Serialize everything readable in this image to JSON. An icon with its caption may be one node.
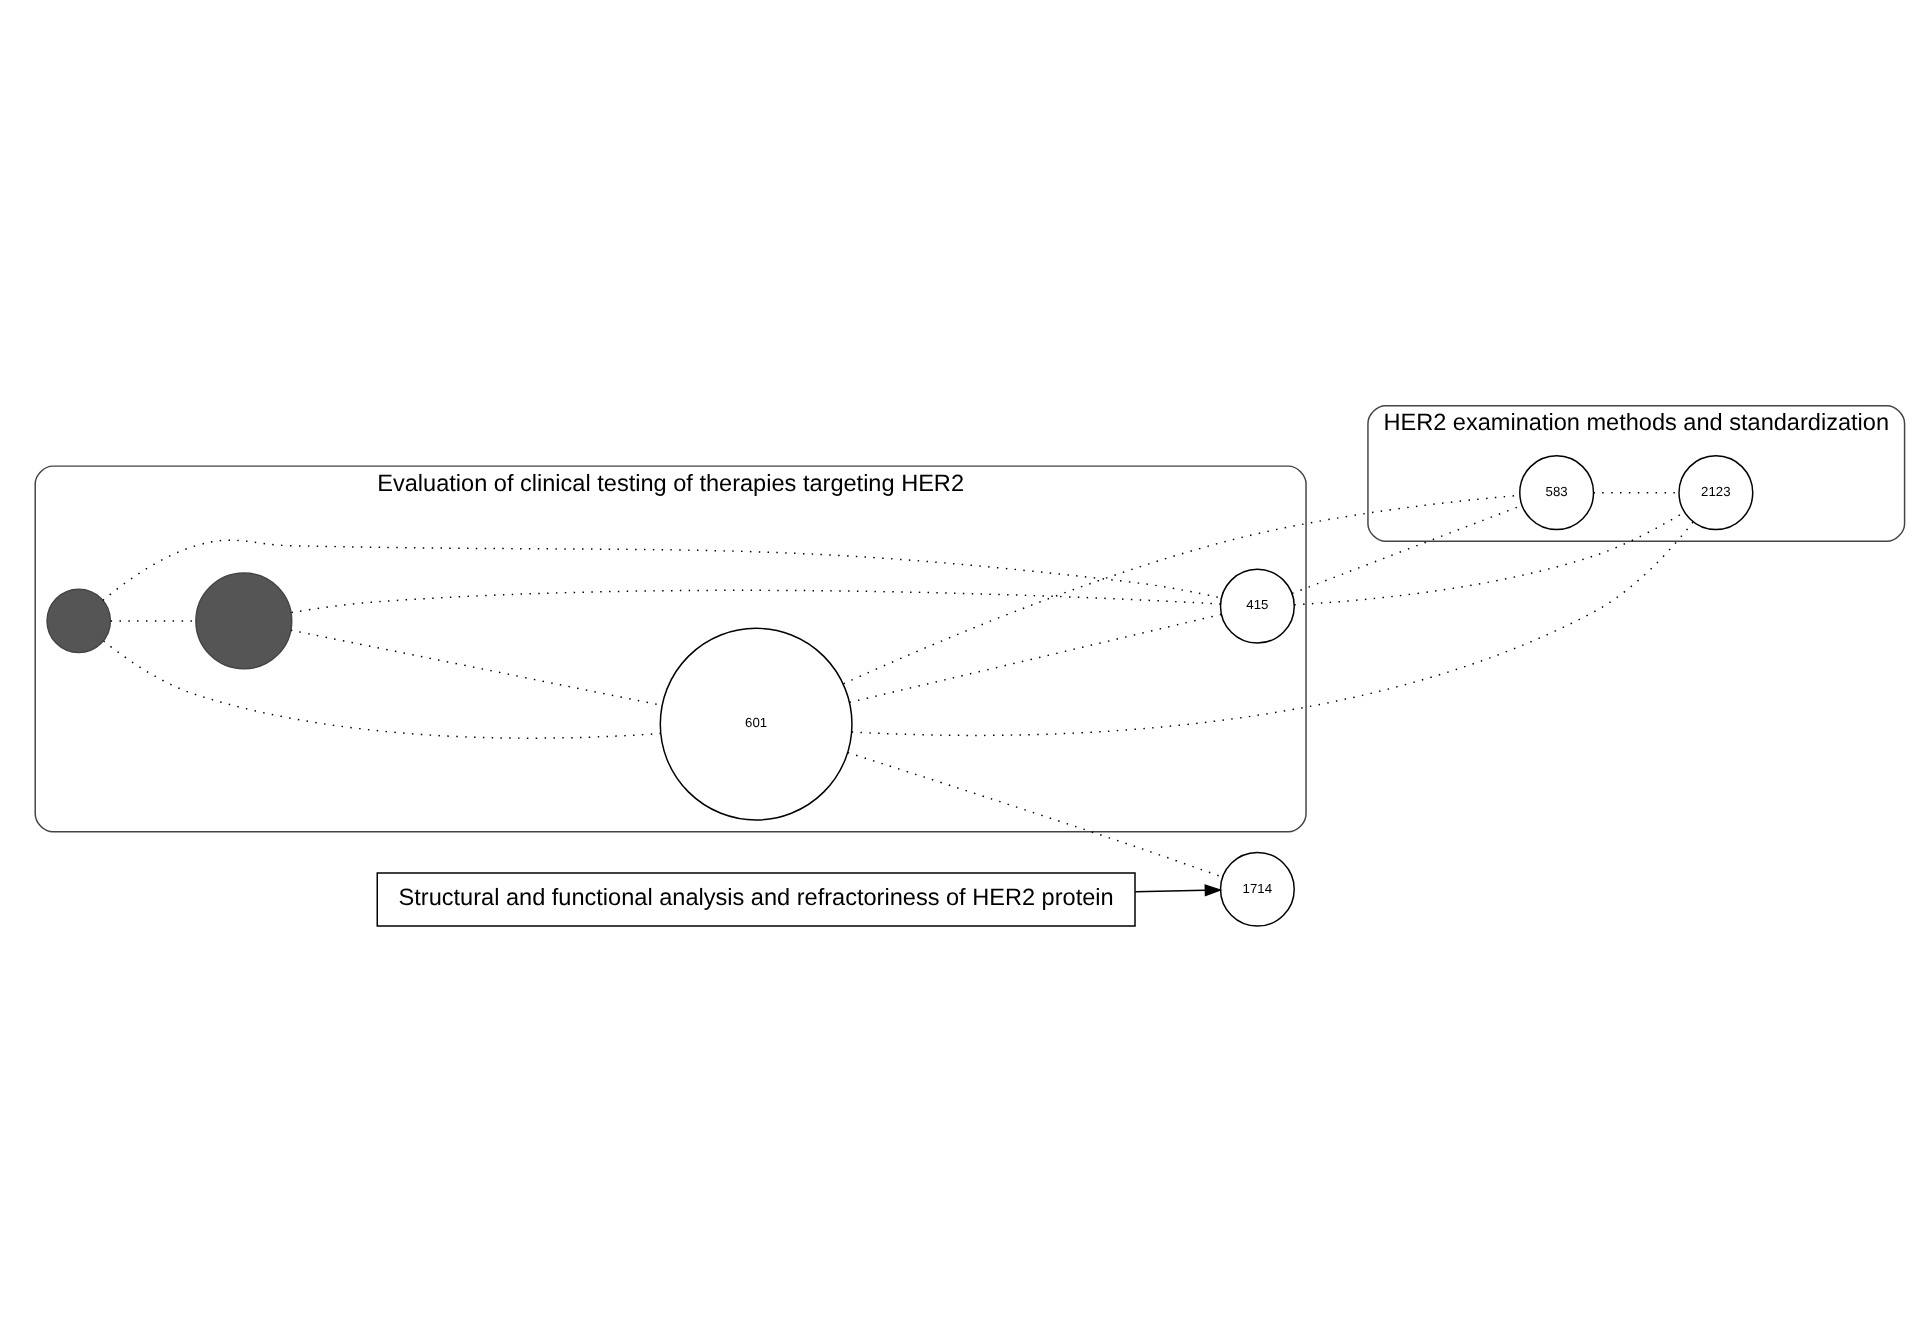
{
  "diagram": {
    "nodes": [
      {
        "text": [
          "Evaluation of clinical testing of therapies targeting HER2"
        ]
      },
      {
        "text": [],
        "shape": "circle",
        "in": 0
      },
      {
        "text": [],
        "shape": "circle",
        "in": 0
      },
      {
        "text": [
          "415"
        ],
        "in": 0
      },
      {
        "text": [
          "601"
        ],
        "in": 0
      },
      {
        "text": [
          "HER2 examination methods and standardization"
        ]
      },
      {
        "text": [
          "583"
        ],
        "in": 5
      },
      {
        "text": [
          "2123"
        ],
        "in": 5
      },
      {
        "text": [
          "1714"
        ]
      },
      {
        "text": [
          "Structural and functional analysis and refractoriness of HER2 protein"
        ]
      }
    ],
    "edges": [
      {
        "from": 1,
        "to": 2,
        "arrow": "none",
        "style": "dashed"
      },
      {
        "from": 1,
        "to": 4,
        "arrow": "none",
        "style": "dashed"
      },
      {
        "from": 1,
        "to": 3,
        "arrow": "none",
        "style": "dashed"
      },
      {
        "from": 2,
        "to": 3,
        "arrow": "none",
        "style": "dashed"
      },
      {
        "from": 2,
        "to": 4,
        "arrow": "none",
        "style": "dashed"
      },
      {
        "from": 4,
        "to": 3,
        "arrow": "none",
        "style": "dashed"
      },
      {
        "from": 4,
        "to": 6,
        "arrow": "none",
        "style": "dashed"
      },
      {
        "from": 4,
        "to": 7,
        "arrow": "none",
        "style": "dashed"
      },
      {
        "from": 4,
        "to": 8,
        "arrow": "none",
        "style": "dashed"
      },
      {
        "from": 3,
        "to": 7,
        "arrow": "none",
        "style": "dashed"
      },
      {
        "from": 3,
        "to": 6,
        "arrow": "none",
        "style": "dashed"
      },
      {
        "from": 6,
        "to": 7,
        "arrow": "none",
        "style": "dashed"
      },
      {
        "from": 9,
        "to": 8,
        "arrow": "to"
      }
    ]
  }
}
